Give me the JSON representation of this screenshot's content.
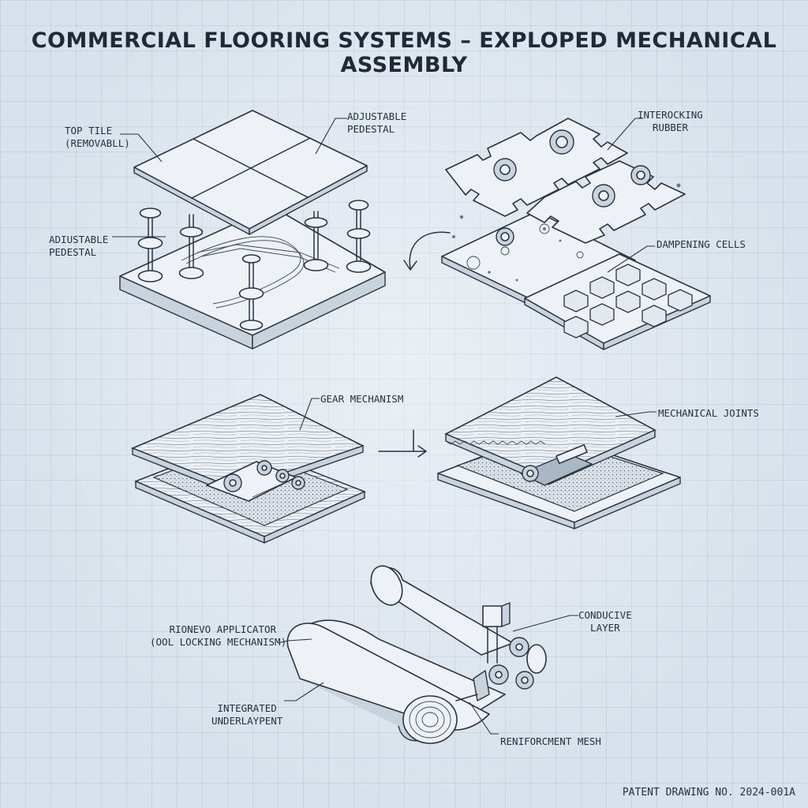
{
  "title": "COMMERCIAL FLOORING SYSTEMS – EXPLOPED MECHANICAL ASSEMBLY",
  "footer": "PATENT DRAWING NO. 2024-001A",
  "panels": {
    "pedestal": {
      "top_tile": [
        "TOP TILE",
        "(REMOVABLL)"
      ],
      "pedestal_top": [
        "ADJUSTABLE",
        "PEDESTAL"
      ],
      "pedestal_left": [
        "ADIUSTABLE",
        "PEDESTAL"
      ]
    },
    "rubber": {
      "interlocking": [
        "INTEROCKING",
        "RUBBER"
      ],
      "dampening": "DAMPENING CELLS"
    },
    "plank": {
      "gear": "GEAR MECHANISM",
      "joints": "MECHANICAL JOINTS"
    },
    "roll": {
      "applicator": [
        "RIONEVO APPLICATOR",
        "(OOL LOCKING MECHANISM)"
      ],
      "conductive": [
        "CONDUCIVE",
        "LAYER"
      ],
      "underlayment": [
        "INTEGRATED",
        "UNDERLAYPENT"
      ],
      "mesh": "RENIFORCMENT MESH"
    }
  },
  "colors": {
    "background": "#d9e2ec",
    "ink": "#2a3440",
    "panel_face": "#eef2f6"
  }
}
